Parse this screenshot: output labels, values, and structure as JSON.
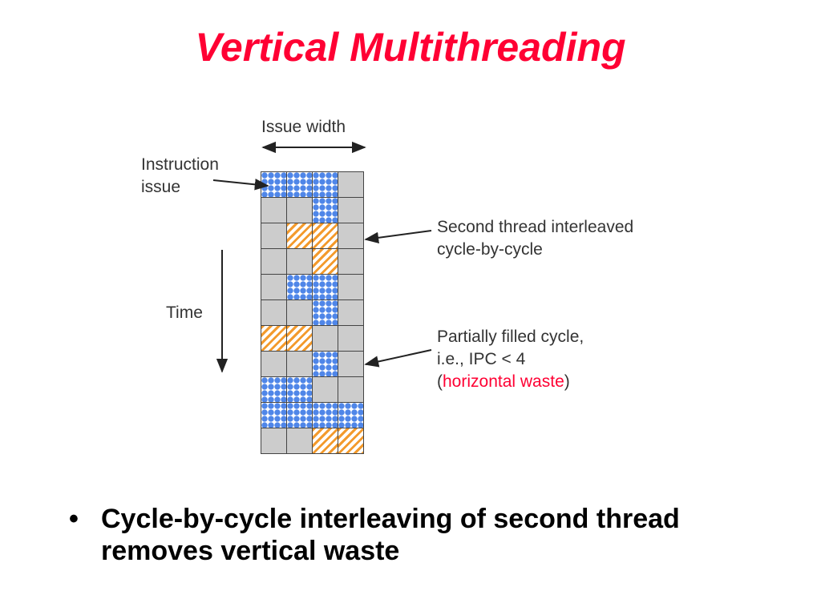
{
  "title": "Vertical Multithreading",
  "diagram": {
    "issue_width_label": "Issue width",
    "instruction_issue_label": [
      "Instruction",
      "issue"
    ],
    "time_label": "Time",
    "second_thread_label": [
      "Second thread interleaved",
      "cycle-by-cycle"
    ],
    "partial_label_lines": [
      "Partially filled cycle,",
      "i.e., IPC < 4"
    ],
    "horizontal_waste": {
      "open": "(",
      "text": "horizontal waste",
      "close": ")"
    },
    "colors": {
      "thread1": "#4f86e8",
      "thread2": "#f39a2c",
      "empty": "#cccccc",
      "highlight": "#ff0033"
    },
    "grid": [
      [
        "t1",
        "t1",
        "t1",
        "e"
      ],
      [
        "e",
        "e",
        "t1",
        "e"
      ],
      [
        "e",
        "t2",
        "t2",
        "e"
      ],
      [
        "e",
        "e",
        "t2",
        "e"
      ],
      [
        "e",
        "t1",
        "t1",
        "e"
      ],
      [
        "e",
        "e",
        "t1",
        "e"
      ],
      [
        "t2",
        "t2",
        "e",
        "e"
      ],
      [
        "e",
        "e",
        "t1",
        "e"
      ],
      [
        "t1",
        "t1",
        "e",
        "e"
      ],
      [
        "t1",
        "t1",
        "t1",
        "t1"
      ],
      [
        "e",
        "e",
        "t2",
        "t2"
      ]
    ]
  },
  "bullet": {
    "marker": "•",
    "text": "Cycle-by-cycle interleaving of second thread removes vertical waste"
  }
}
